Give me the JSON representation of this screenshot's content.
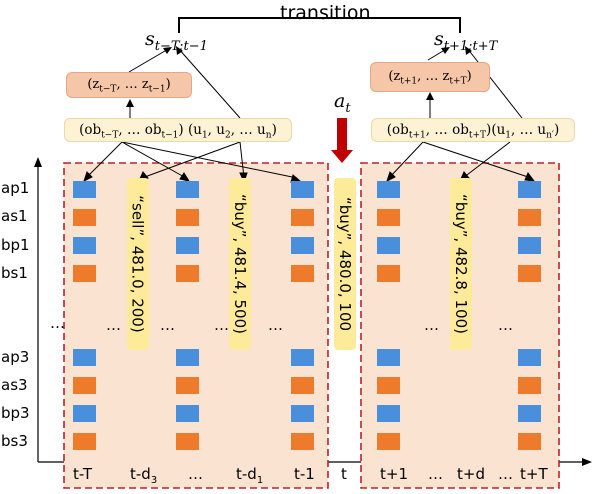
{
  "header": {
    "transition": "transition",
    "state_past": "s",
    "state_past_sub": "t−T:t−1",
    "state_future": "s",
    "state_future_sub": "t+1:t+T",
    "action": "a",
    "action_sub": "t"
  },
  "latent_boxes": {
    "past": "(z",
    "past_sub": "t−T",
    "past_mid": ", … z",
    "past_sub2": "t−1",
    "past_end": ")",
    "future": "(z",
    "future_sub": "t+1",
    "future_mid": ", … z",
    "future_sub2": "t+T",
    "future_end": ")"
  },
  "observation_boxes": {
    "past": {
      "p1": "(ob",
      "s1": "t−T",
      "p2": ", … ob",
      "s2": "t−1",
      "p3": ") (u",
      "s3": "1",
      "p4": ", u",
      "s4": "2",
      "p5": ", … u",
      "s5": "n",
      "p6": ")"
    },
    "future": {
      "p1": "(ob",
      "s1": "t+1",
      "p2": ", … ob",
      "s2": "t+T",
      "p3": ")(u",
      "s3": "1",
      "p4": ", … u",
      "s4": "n′",
      "p5": ")"
    }
  },
  "y_axis_labels": [
    "ap1",
    "as1",
    "bp1",
    "bs1",
    "ap3",
    "as3",
    "bp3",
    "bs3"
  ],
  "ellipsis": "…",
  "past_x_labels": [
    "t-T",
    "t-d",
    "…",
    "t-d",
    "t-1"
  ],
  "past_x_subs": [
    "",
    "3",
    "",
    "1",
    ""
  ],
  "center_x_label": "t",
  "future_x_labels": [
    "t+1",
    "…",
    "t+d",
    "…",
    "t+T"
  ],
  "messages": {
    "sell": "“sell”, 481.0, 200)",
    "buy_past": "“buy”, 481.4, 500)",
    "buy_action": "“buy”, 480.0, 100",
    "buy_future": "“buy”, 482.8, 100)"
  },
  "colors": {
    "ask_blue": "#4a8fdb",
    "size_orange": "#ee7a2c",
    "panel_fill": "#fbe3d2",
    "panel_border": "#c0212a",
    "latent_fill": "#f5c6a8",
    "obs_fill": "#fdf2d4",
    "message_fill": "#fdeb9a",
    "arrow_red": "#c00000"
  }
}
